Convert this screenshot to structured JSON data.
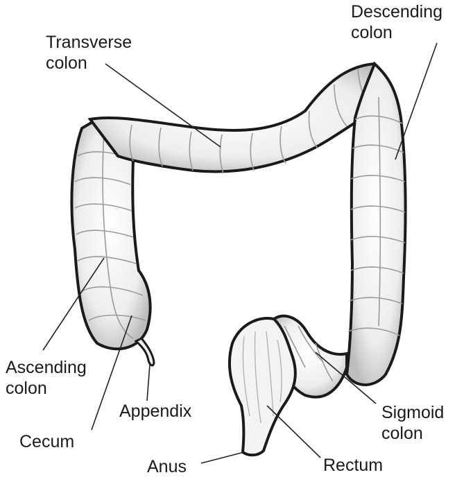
{
  "labels": {
    "transverse_colon": [
      "Transverse",
      "colon"
    ],
    "descending_colon": [
      "Descending",
      "colon"
    ],
    "ascending_colon": [
      "Ascending",
      "colon"
    ],
    "appendix": "Appendix",
    "cecum": "Cecum",
    "sigmoid_colon": [
      "Sigmoid",
      "colon"
    ],
    "anus": "Anus",
    "rectum": "Rectum"
  },
  "colors": {
    "outline": "#1a1a1a",
    "fill": "#f1f1f1",
    "shade": "#c9c9c9",
    "leader_line": "#222222"
  }
}
